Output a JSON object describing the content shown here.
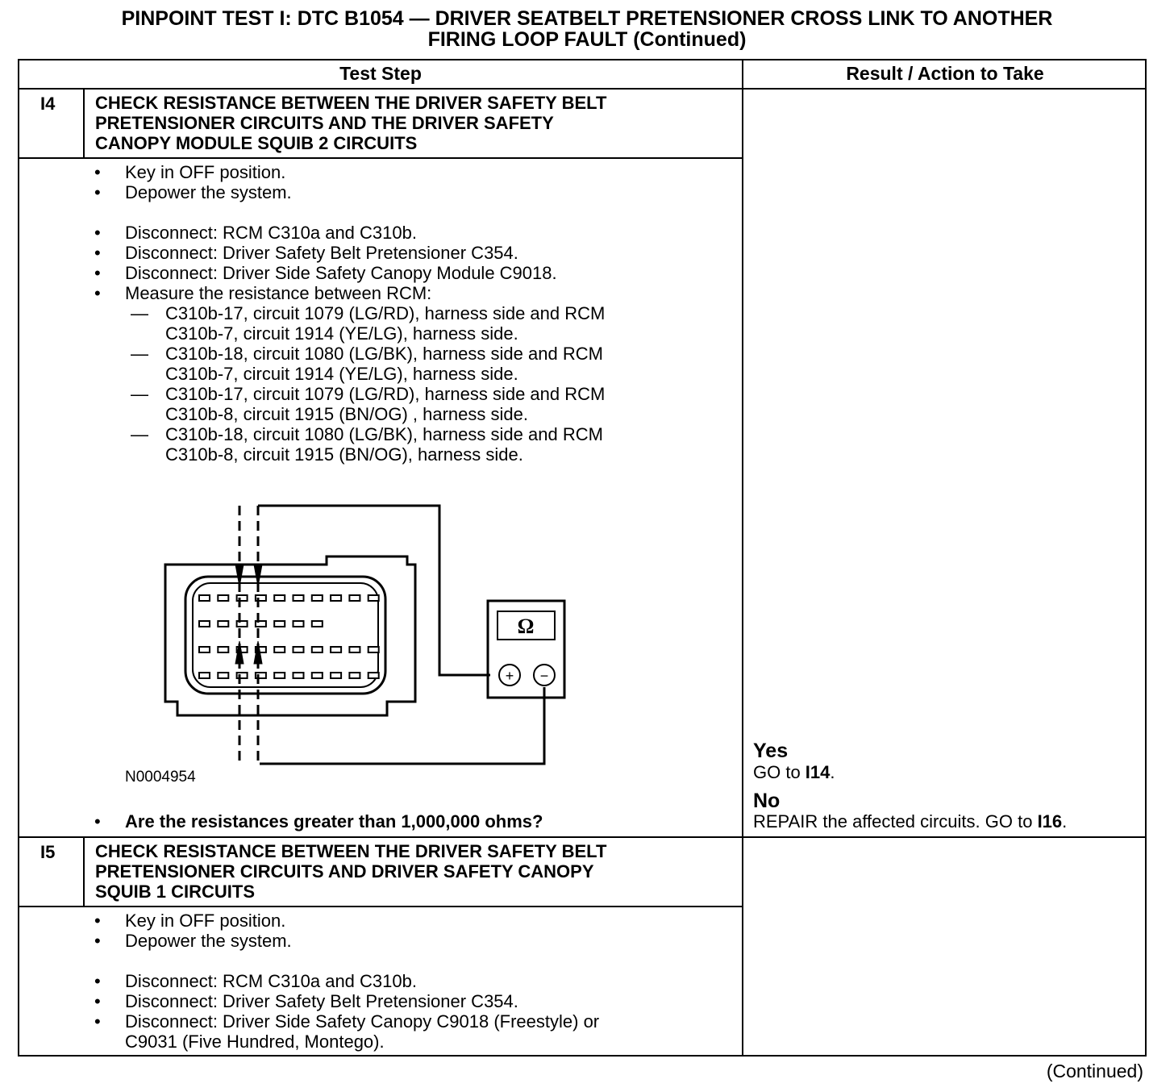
{
  "header": {
    "title_line1": "PINPOINT TEST I: DTC B1054 — DRIVER SEATBELT PRETENSIONER CROSS LINK TO ANOTHER",
    "title_line2": "FIRING LOOP FAULT (Continued)"
  },
  "table": {
    "col_test_step": "Test Step",
    "col_result": "Result / Action to Take"
  },
  "i4": {
    "id": "I4",
    "title": [
      "CHECK RESISTANCE BETWEEN THE DRIVER SAFETY BELT",
      "PRETENSIONER CIRCUITS AND THE DRIVER SAFETY",
      "CANOPY MODULE SQUIB 2 CIRCUITS"
    ],
    "bullets1": [
      "Key in OFF position.",
      "Depower the system."
    ],
    "bullets2": [
      "Disconnect: RCM C310a and C310b.",
      "Disconnect: Driver Safety Belt Pretensioner C354.",
      "Disconnect: Driver Side Safety Canopy Module C9018.",
      "Measure the resistance between RCM:"
    ],
    "subs": [
      [
        "C310b-17, circuit 1079 (LG/RD), harness side and RCM",
        "C310b-7, circuit 1914 (YE/LG), harness side."
      ],
      [
        "C310b-18, circuit 1080 (LG/BK), harness side and RCM",
        "C310b-7, circuit 1914 (YE/LG), harness side."
      ],
      [
        "C310b-17, circuit 1079 (LG/RD), harness side and RCM",
        "C310b-8, circuit 1915 (BN/OG) , harness side."
      ],
      [
        "C310b-18, circuit 1080 (LG/BK), harness side and RCM",
        "C310b-8, circuit 1915 (BN/OG), harness side."
      ]
    ],
    "figure_id": "N0004954",
    "meter_symbol": "Ω",
    "question": "Are the resistances greater than 1,000,000 ohms?",
    "yes_label": "Yes",
    "yes_action_prefix": "GO to ",
    "yes_target": "I14",
    "yes_suffix": ".",
    "no_label": "No",
    "no_action_prefix": "REPAIR the affected circuits. GO to ",
    "no_target": "I16",
    "no_suffix": "."
  },
  "i5": {
    "id": "I5",
    "title": [
      "CHECK RESISTANCE BETWEEN THE DRIVER SAFETY BELT",
      "PRETENSIONER CIRCUITS AND DRIVER SAFETY CANOPY",
      "SQUIB 1 CIRCUITS"
    ],
    "bullets1": [
      "Key in OFF position.",
      "Depower the system."
    ],
    "bullets2": [
      "Disconnect: RCM C310a and C310b.",
      "Disconnect: Driver Safety Belt Pretensioner C354.",
      "Disconnect: Driver Side Safety Canopy C9018 (Freestyle) or"
    ],
    "bullet2_cont": "C9031 (Five Hundred, Montego)."
  },
  "footer": {
    "continued": "(Continued)"
  },
  "symbols": {
    "bullet": "•",
    "dash": "—",
    "plus": "+",
    "minus": "−"
  }
}
